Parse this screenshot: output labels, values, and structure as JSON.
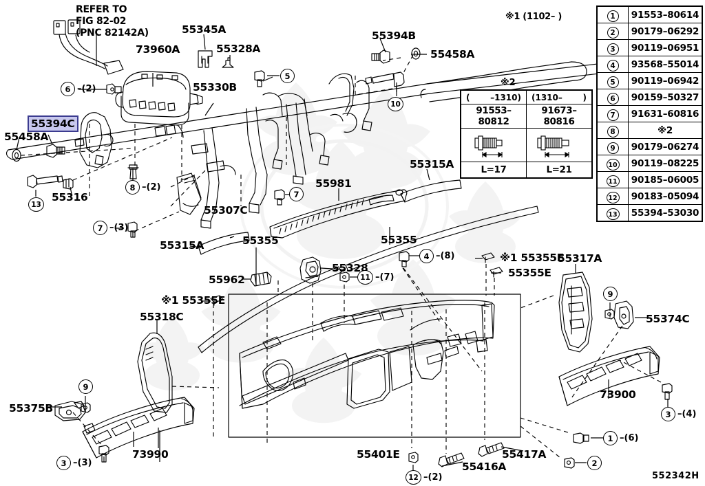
{
  "diagram": {
    "id": "552342H",
    "note_ref": "REFER TO\nFIG 82-02\n(PNC 82142A)",
    "note_ref_l1": "REFER TO",
    "note_ref_l2": "FIG 82-02",
    "note_ref_l3": "(PNC 82142A)",
    "star1_note": "※1 (1102–    )"
  },
  "parts_table": {
    "rows": [
      {
        "ref": "1",
        "number": "91553–80614"
      },
      {
        "ref": "2",
        "number": "90179–06292"
      },
      {
        "ref": "3",
        "number": "90119–06951"
      },
      {
        "ref": "4",
        "number": "93568–55014"
      },
      {
        "ref": "5",
        "number": "90119–06942"
      },
      {
        "ref": "6",
        "number": "90159–50327"
      },
      {
        "ref": "7",
        "number": "91631–60816"
      },
      {
        "ref": "8",
        "number": "※2"
      },
      {
        "ref": "9",
        "number": "90179–06274"
      },
      {
        "ref": "10",
        "number": "90119–08225"
      },
      {
        "ref": "11",
        "number": "90185–06005"
      },
      {
        "ref": "12",
        "number": "90183–05094"
      },
      {
        "ref": "13",
        "number": "55394–53030"
      }
    ]
  },
  "sub_table": {
    "caption": "※2",
    "columns": [
      {
        "range_open": "(",
        "range_text": "–1310)",
        "number": "91553–80812",
        "length": "L=17"
      },
      {
        "range_open": "(1310–",
        "range_text": ")",
        "number": "91673–80816",
        "length": "L=21"
      }
    ]
  },
  "callouts": [
    {
      "ref": "6",
      "qty": "–(2)"
    },
    {
      "ref": "5",
      "qty": ""
    },
    {
      "ref": "10",
      "qty": ""
    },
    {
      "ref": "8",
      "qty": "–(2)"
    },
    {
      "ref": "13",
      "qty": ""
    },
    {
      "ref": "7",
      "qty": "–(3)"
    },
    {
      "ref": "7",
      "qty": ""
    },
    {
      "ref": "4",
      "qty": "–(8)"
    },
    {
      "ref": "11",
      "qty": "–(7)"
    },
    {
      "ref": "9",
      "qty": ""
    },
    {
      "ref": "9",
      "qty": ""
    },
    {
      "ref": "3",
      "qty": "–(4)"
    },
    {
      "ref": "3",
      "qty": "–(3)"
    },
    {
      "ref": "1",
      "qty": "–(6)"
    },
    {
      "ref": "2",
      "qty": ""
    },
    {
      "ref": "12",
      "qty": "–(2)"
    }
  ],
  "part_labels": [
    {
      "text": "55345A",
      "highlighted": false
    },
    {
      "text": "73960A",
      "highlighted": false
    },
    {
      "text": "55328A",
      "highlighted": false
    },
    {
      "text": "55394B",
      "highlighted": false
    },
    {
      "text": "55458A",
      "highlighted": false
    },
    {
      "text": "55330B",
      "highlighted": false
    },
    {
      "text": "55394C",
      "highlighted": true
    },
    {
      "text": "55458A",
      "highlighted": false
    },
    {
      "text": "55316",
      "highlighted": false
    },
    {
      "text": "55307C",
      "highlighted": false
    },
    {
      "text": "55315A",
      "highlighted": false
    },
    {
      "text": "55355",
      "highlighted": false
    },
    {
      "text": "55981",
      "highlighted": false
    },
    {
      "text": "55315A",
      "highlighted": false
    },
    {
      "text": "55355",
      "highlighted": false
    },
    {
      "text": "55962",
      "highlighted": false
    },
    {
      "text": "55328",
      "highlighted": false
    },
    {
      "text": "※1 55355E",
      "highlighted": false
    },
    {
      "text": "55355E",
      "highlighted": false
    },
    {
      "text": "55317A",
      "highlighted": false
    },
    {
      "text": "55374C",
      "highlighted": false
    },
    {
      "text": "※1 55355E",
      "highlighted": false
    },
    {
      "text": "55318C",
      "highlighted": false
    },
    {
      "text": "73900",
      "highlighted": false
    },
    {
      "text": "55375B",
      "highlighted": false
    },
    {
      "text": "73990",
      "highlighted": false
    },
    {
      "text": "55401E",
      "highlighted": false
    },
    {
      "text": "55416A",
      "highlighted": false
    },
    {
      "text": "55417A",
      "highlighted": false
    }
  ],
  "labels": {
    "l_55345A": "55345A",
    "l_73960A": "73960A",
    "l_55328A": "55328A",
    "l_55394B": "55394B",
    "l_55458A_top": "55458A",
    "l_55330B": "55330B",
    "l_55394C": "55394C",
    "l_55458A_left": "55458A",
    "l_55316": "55316",
    "l_55307C": "55307C",
    "l_55315A_left": "55315A",
    "l_55355_left": "55355",
    "l_55981": "55981",
    "l_55315A_right": "55315A",
    "l_55355_right": "55355",
    "l_55962": "55962",
    "l_55328": "55328",
    "l_55355E_a": "※1 55355E",
    "l_55355E_b": "55355E",
    "l_55355E_c": "※1 55355E",
    "l_55317A": "55317A",
    "l_55374C": "55374C",
    "l_55318C": "55318C",
    "l_73900": "73900",
    "l_55375B": "55375B",
    "l_73990": "73990",
    "l_55401E": "55401E",
    "l_55416A": "55416A",
    "l_55417A": "55417A"
  },
  "colors": {
    "line": "#000000",
    "highlight_fill": "#c8c8ee",
    "highlight_border": "#3b3b8f",
    "watermark": "#f2f2f2",
    "background": "#ffffff"
  }
}
